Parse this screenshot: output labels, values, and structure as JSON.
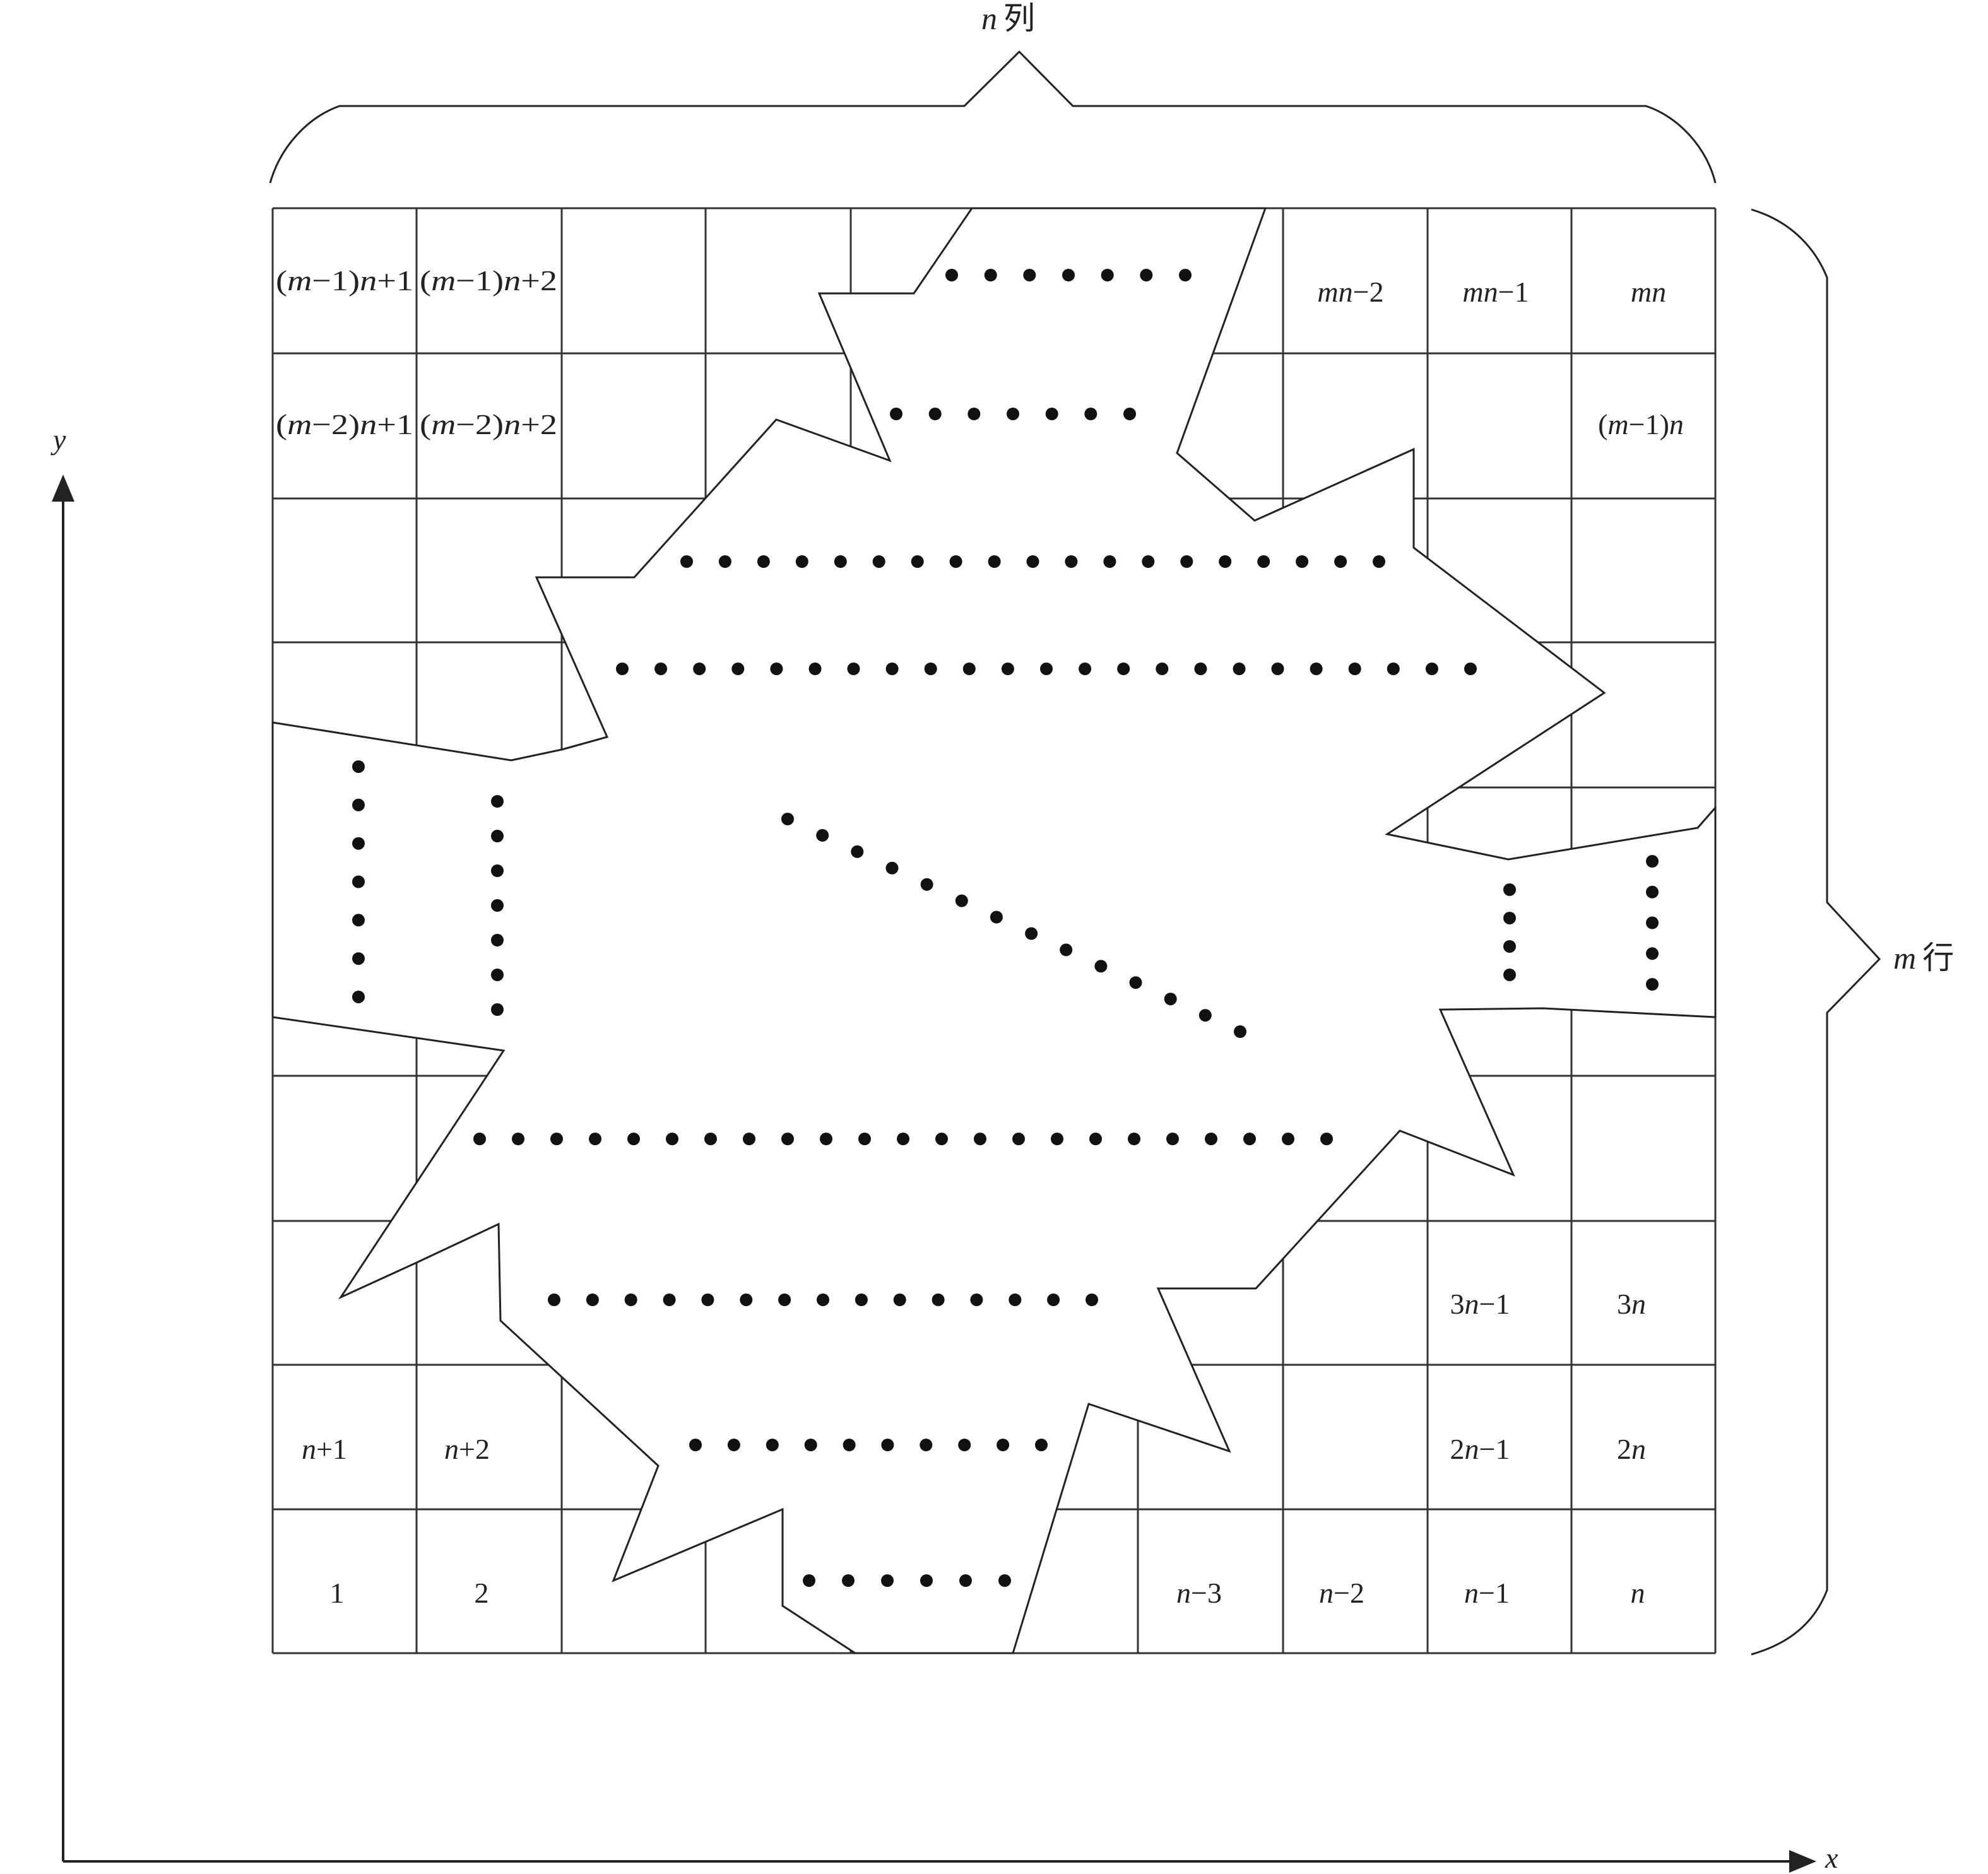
{
  "dimensions": {
    "columns": {
      "var": "n",
      "suffix": "列"
    },
    "rows": {
      "var": "m",
      "suffix": "行"
    }
  },
  "axes": {
    "x": "x",
    "y": "y"
  },
  "cells": {
    "top_row": [
      {
        "prefix": "(",
        "v1": "m",
        "mid": "−1)",
        "v2": "n",
        "tail": "+1"
      },
      {
        "prefix": "(",
        "v1": "m",
        "mid": "−1)",
        "v2": "n",
        "tail": "+2"
      },
      {
        "v1": "mn",
        "tail": "−2"
      },
      {
        "v1": "mn",
        "tail": "−1"
      },
      {
        "v1": "mn",
        "tail": ""
      }
    ],
    "second_row": [
      {
        "prefix": "(",
        "v1": "m",
        "mid": "−2)",
        "v2": "n",
        "tail": "+1"
      },
      {
        "prefix": "(",
        "v1": "m",
        "mid": "−2)",
        "v2": "n",
        "tail": "+2"
      },
      {
        "prefix": "(",
        "v1": "m",
        "mid": "−1)",
        "v2": "n",
        "tail": ""
      }
    ],
    "third_row": [
      {
        "lead": "3",
        "v1": "n",
        "tail": "−1"
      },
      {
        "lead": "3",
        "v1": "n",
        "tail": ""
      }
    ],
    "fourth_row": [
      {
        "v1": "n",
        "tail": "+1"
      },
      {
        "v1": "n",
        "tail": "+2"
      },
      {
        "lead": "2",
        "v1": "n",
        "tail": "−1"
      },
      {
        "lead": "2",
        "v1": "n",
        "tail": ""
      }
    ],
    "bottom_row": [
      {
        "lead": "1"
      },
      {
        "lead": "2"
      },
      {
        "v1": "n",
        "tail": "−3"
      },
      {
        "v1": "n",
        "tail": "−2"
      },
      {
        "v1": "n",
        "tail": "−1"
      },
      {
        "v1": "n",
        "tail": ""
      }
    ]
  }
}
